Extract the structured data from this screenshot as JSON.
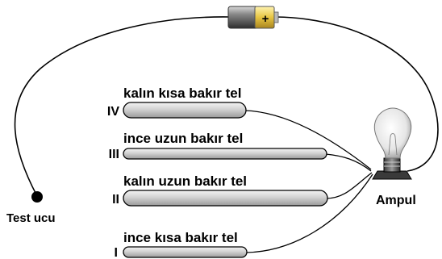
{
  "battery": {
    "terminal": "+"
  },
  "wires": [
    {
      "numeral": "IV",
      "label": "kalın kısa bakır tel"
    },
    {
      "numeral": "III",
      "label": "ince uzun bakır tel"
    },
    {
      "numeral": "II",
      "label": "kalın uzun bakır tel"
    },
    {
      "numeral": "I",
      "label": "ince kısa bakır tel"
    }
  ],
  "test_tip_label": "Test ucu",
  "bulb_label": "Ampul"
}
